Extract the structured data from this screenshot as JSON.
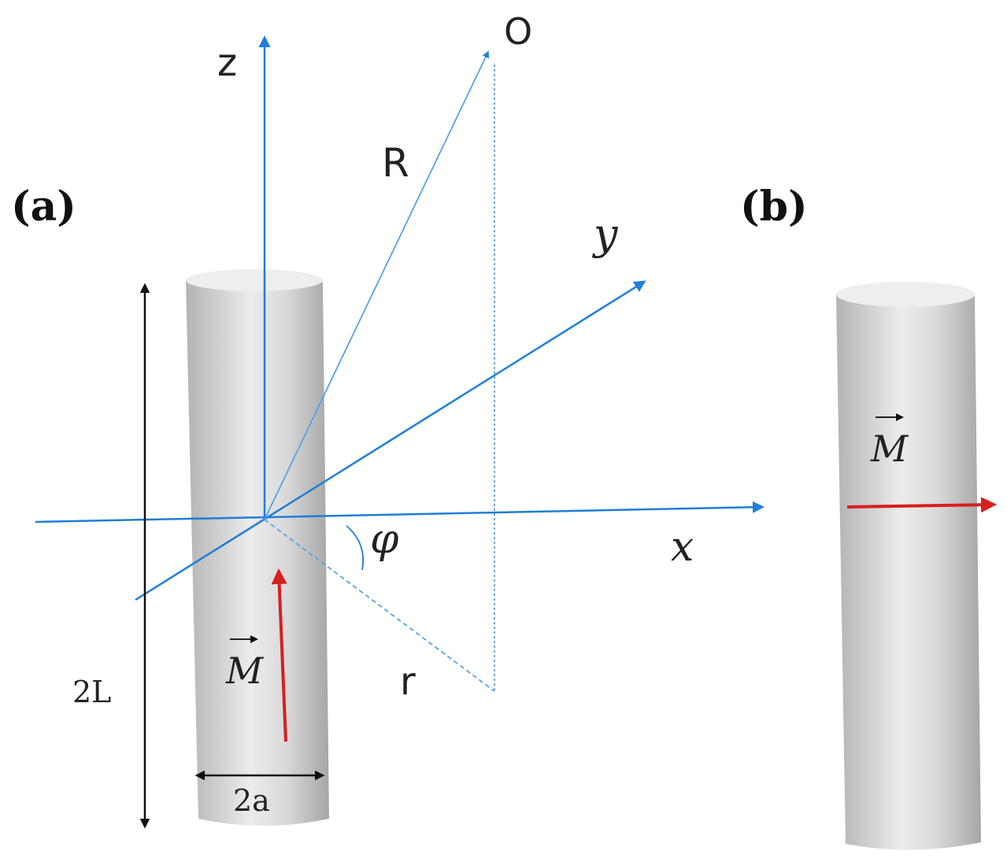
{
  "panels": {
    "a": {
      "label": "(a)"
    },
    "b": {
      "label": "(b)"
    }
  },
  "axes": {
    "z": "z",
    "y": "y",
    "x": "x"
  },
  "labels": {
    "origin_point": "O",
    "radius_R": "R",
    "radius_r": "r",
    "angle": "φ",
    "length": "2L",
    "diameter": "2a",
    "magnetization_a": "M",
    "magnetization_b": "M"
  },
  "colors": {
    "axis": "#1f7ed6",
    "magnetization": "#d61f1f",
    "dimension": "#111111",
    "cylinder_light": "#ebebeb",
    "cylinder_dark": "#a9a9a9"
  }
}
